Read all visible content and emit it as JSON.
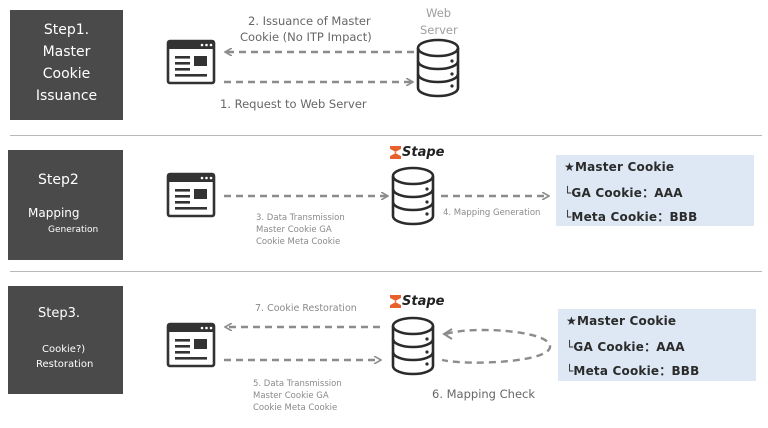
{
  "steps": [
    {
      "title_lines": [
        "Step1.",
        "Master",
        "Cookie",
        "Issuance"
      ],
      "label_top": "2. Issuance of Master",
      "label_top_2": "Cookie (No ITP Impact)",
      "label_bottom": "1. Request to Web Server",
      "server_label_1": "Web",
      "server_label_2": "Server"
    },
    {
      "title": "Step2",
      "sub_1": "Mapping",
      "sub_2": "Generation",
      "logo_text": "Stape",
      "transmission_lines": [
        "3. Data Transmission",
        "Master Cookie GA",
        "Cookie Meta Cookie"
      ],
      "mapping_label": "4. Mapping Generation",
      "panel": {
        "title": "★Master Cookie",
        "item_1": "└GA Cookie：AAA",
        "item_2": "└Meta Cookie：BBB"
      }
    },
    {
      "title": "Step3.",
      "sub_1": "Cookie?)",
      "sub_2": "Restoration",
      "logo_text": "Stape",
      "restoration_label": "7. Cookie Restoration",
      "transmission_lines": [
        "5. Data Transmission",
        "Master Cookie GA",
        "Cookie Meta Cookie"
      ],
      "check_label": "6. Mapping Check",
      "panel": {
        "title": "★Master Cookie",
        "item_1": "└GA Cookie：AAA",
        "item_2": "└Meta Cookie：BBB"
      }
    }
  ],
  "colors": {
    "step_box": "#4a4a4a",
    "panel": "#dde8f4",
    "arrow": "#8c8c8c",
    "logo_accent": "#e8612c"
  }
}
